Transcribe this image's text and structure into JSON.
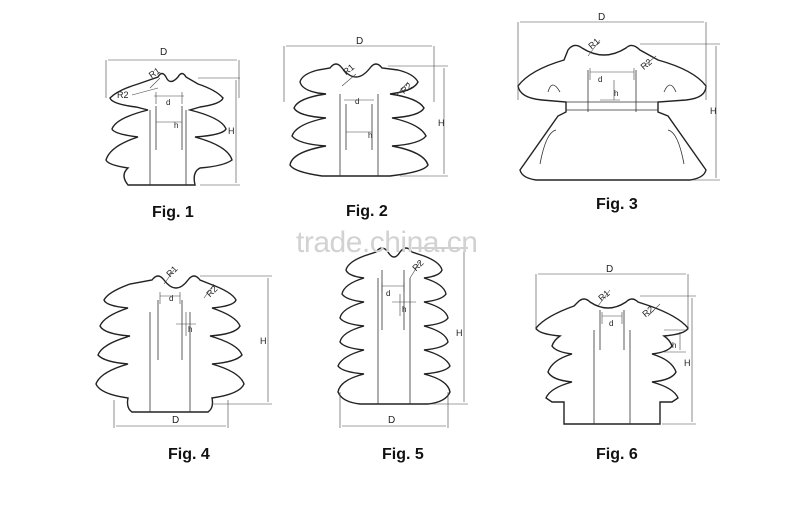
{
  "watermark": "trade.china.cn",
  "dims": {
    "d": "D",
    "h": "H",
    "d_small": "d",
    "h_small": "h",
    "r1": "R1",
    "r2": "R2"
  },
  "figures": [
    {
      "label": "Fig. 1"
    },
    {
      "label": "Fig. 2"
    },
    {
      "label": "Fig. 3"
    },
    {
      "label": "Fig. 4"
    },
    {
      "label": "Fig. 5"
    },
    {
      "label": "Fig. 6"
    }
  ]
}
